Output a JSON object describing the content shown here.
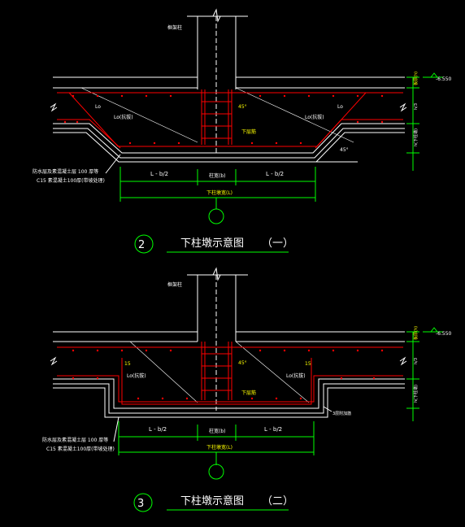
{
  "colors": {
    "background": "#000000",
    "outline": "#ffffff",
    "rebar": "#ff0000",
    "dimension": "#00ff00",
    "text_white": "#ffffff",
    "text_yellow": "#ffff00"
  },
  "detail_1": {
    "number": "2",
    "title": "下柱墩示意图",
    "suffix": "（一）",
    "label_column": "框架柱",
    "label_angle_left": "Lo",
    "label_anchor_left": "Lo(抗拔)",
    "label_anchor_right": "Lo(抗拔)",
    "label_angle_right": "Lo",
    "label_45": "45°",
    "label_rebar": "下层筋",
    "label_45_lower": "45°",
    "label_waterproof_1": "防水层及素混凝土层 100 厚等",
    "label_waterproof_2": "C15 素混凝土100厚(带坡处理)",
    "dim_left": "L - b/2",
    "dim_mid": "柱宽(b)",
    "dim_right": "L - b/2",
    "dim_total": "下柱墩宽(L)",
    "elevation": "-6.550",
    "right_dim_top": "板厚(h)",
    "right_dim_mid": "h/3",
    "right_dim_bottom": "h(下柱墩)"
  },
  "detail_2": {
    "number": "3",
    "title": "下柱墩示意图",
    "suffix": "（二）",
    "label_column": "框架柱",
    "label_angle_left": "15",
    "label_anchor_left": "Lo(抗拔)",
    "label_anchor_right": "Lo(抗拔)",
    "label_angle_right": "15",
    "label_45": "45°",
    "label_rebar": "下层筋",
    "label_corner": "3层附加筋",
    "label_waterproof_1": "防水层及素混凝土层 100 厚等",
    "label_waterproof_2": "C15 素混凝土100厚(带坡处理)",
    "dim_left": "L - b/2",
    "dim_mid": "柱宽(b)",
    "dim_right": "L - b/2",
    "dim_total": "下柱墩宽(L)",
    "elevation": "-6.550",
    "right_dim_top": "板厚(h)",
    "right_dim_mid": "h/3",
    "right_dim_bottom": "h(下柱墩)"
  }
}
